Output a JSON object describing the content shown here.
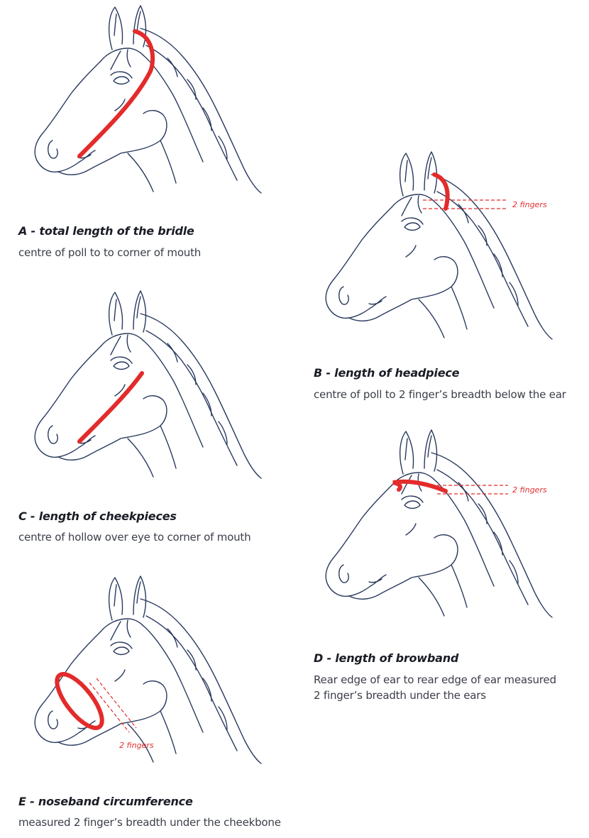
{
  "colors": {
    "outline": "#2a3a5e",
    "measure": "#e32b2b",
    "text": "#2b2f3a"
  },
  "panels": {
    "a": {
      "title": "A - total length of the bridle",
      "description": "centre of poll to to corner of mouth"
    },
    "b": {
      "title": "B - length of headpiece",
      "description": "centre of poll to 2 finger’s breadth below the ear",
      "fingers_label": "2 fingers"
    },
    "c": {
      "title": "C - length of cheekpieces",
      "description": "centre of hollow over eye to corner of mouth"
    },
    "d": {
      "title": "D - length of browband",
      "description_line1": "Rear edge of ear to rear edge of ear measured",
      "description_line2": "2 finger’s breadth under the ears",
      "fingers_label": "2 fingers"
    },
    "e": {
      "title": "E - noseband circumference",
      "description": "measured 2 finger’s breadth under the cheekbone",
      "fingers_label": "2 fingers"
    }
  }
}
